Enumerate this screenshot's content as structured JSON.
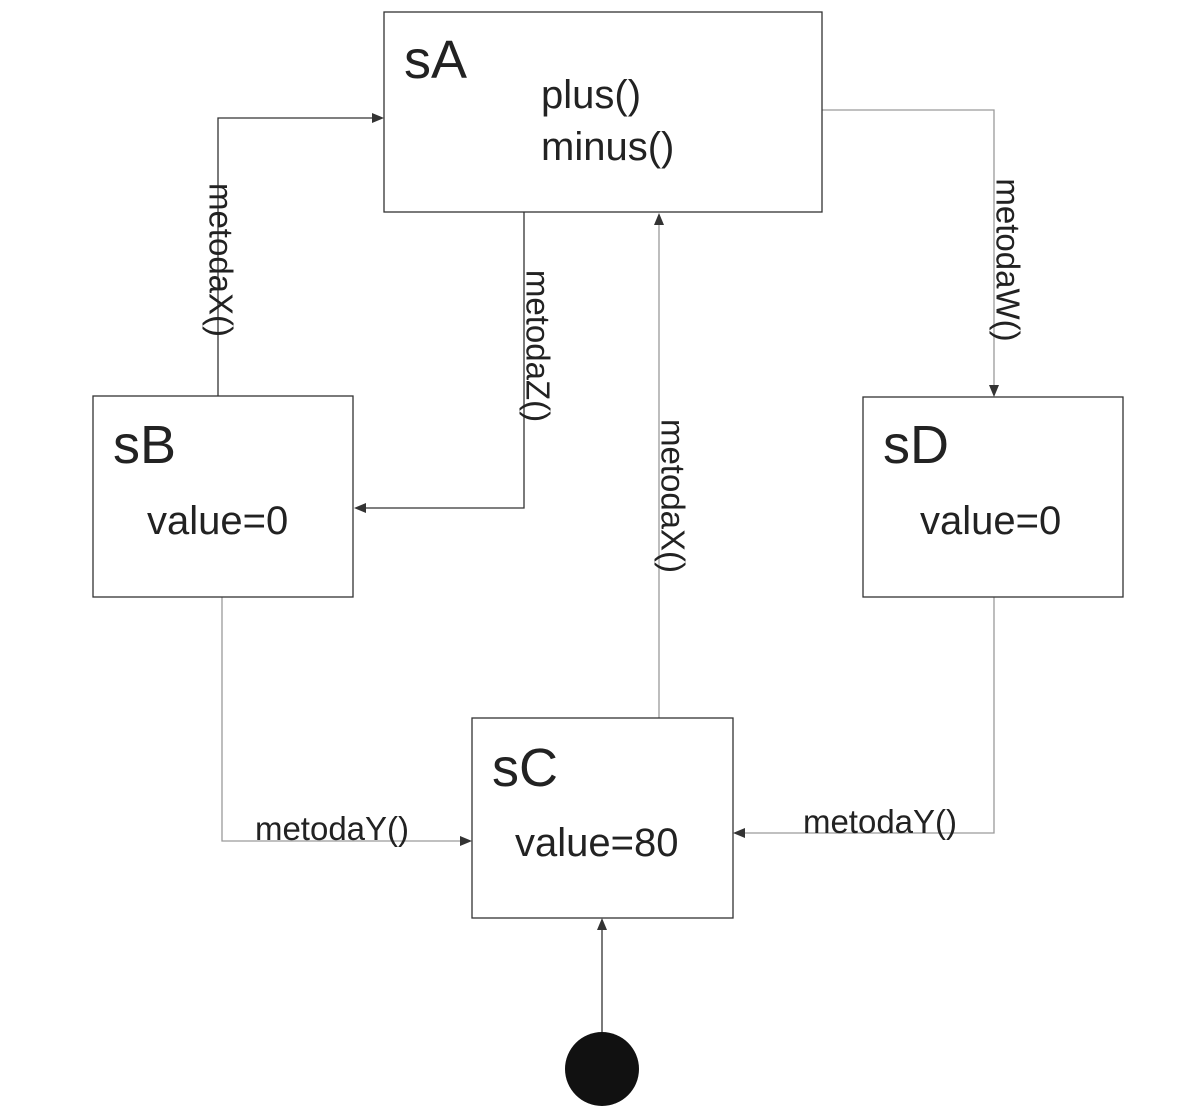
{
  "states": {
    "sA": {
      "name": "sA",
      "lines": [
        "plus()",
        "minus()"
      ]
    },
    "sB": {
      "name": "sB",
      "lines": [
        "value=0"
      ]
    },
    "sC": {
      "name": "sC",
      "lines": [
        "value=80"
      ]
    },
    "sD": {
      "name": "sD",
      "lines": [
        "value=0"
      ]
    }
  },
  "transitions": [
    {
      "id": "sB-to-sA",
      "from": "sB",
      "to": "sA",
      "label": "metodaX()"
    },
    {
      "id": "sA-to-sB",
      "from": "sA",
      "to": "sB",
      "label": "metodaZ()"
    },
    {
      "id": "sC-to-sA",
      "from": "sC",
      "to": "sA",
      "label": "metodaX()"
    },
    {
      "id": "sA-to-sD",
      "from": "sA",
      "to": "sD",
      "label": "metodaW()"
    },
    {
      "id": "sB-to-sC",
      "from": "sB",
      "to": "sC",
      "label": "metodaY()"
    },
    {
      "id": "sD-to-sC",
      "from": "sD",
      "to": "sC",
      "label": "metodaY()"
    },
    {
      "id": "initial-to-sC",
      "from": "initial",
      "to": "sC",
      "label": ""
    }
  ]
}
